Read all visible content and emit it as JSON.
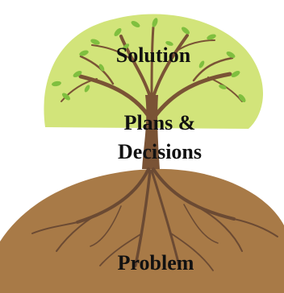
{
  "labels": {
    "solution": "Solution",
    "plans_line1": "Plans &",
    "plans_line2": "Decisions",
    "problem": "Problem"
  },
  "colors": {
    "canopy": "#d2e47a",
    "leaf": "#7fbf3f",
    "trunk": "#7a5335",
    "roots": "#6b4a33",
    "soil": "#a87a47",
    "text": "#111111"
  }
}
